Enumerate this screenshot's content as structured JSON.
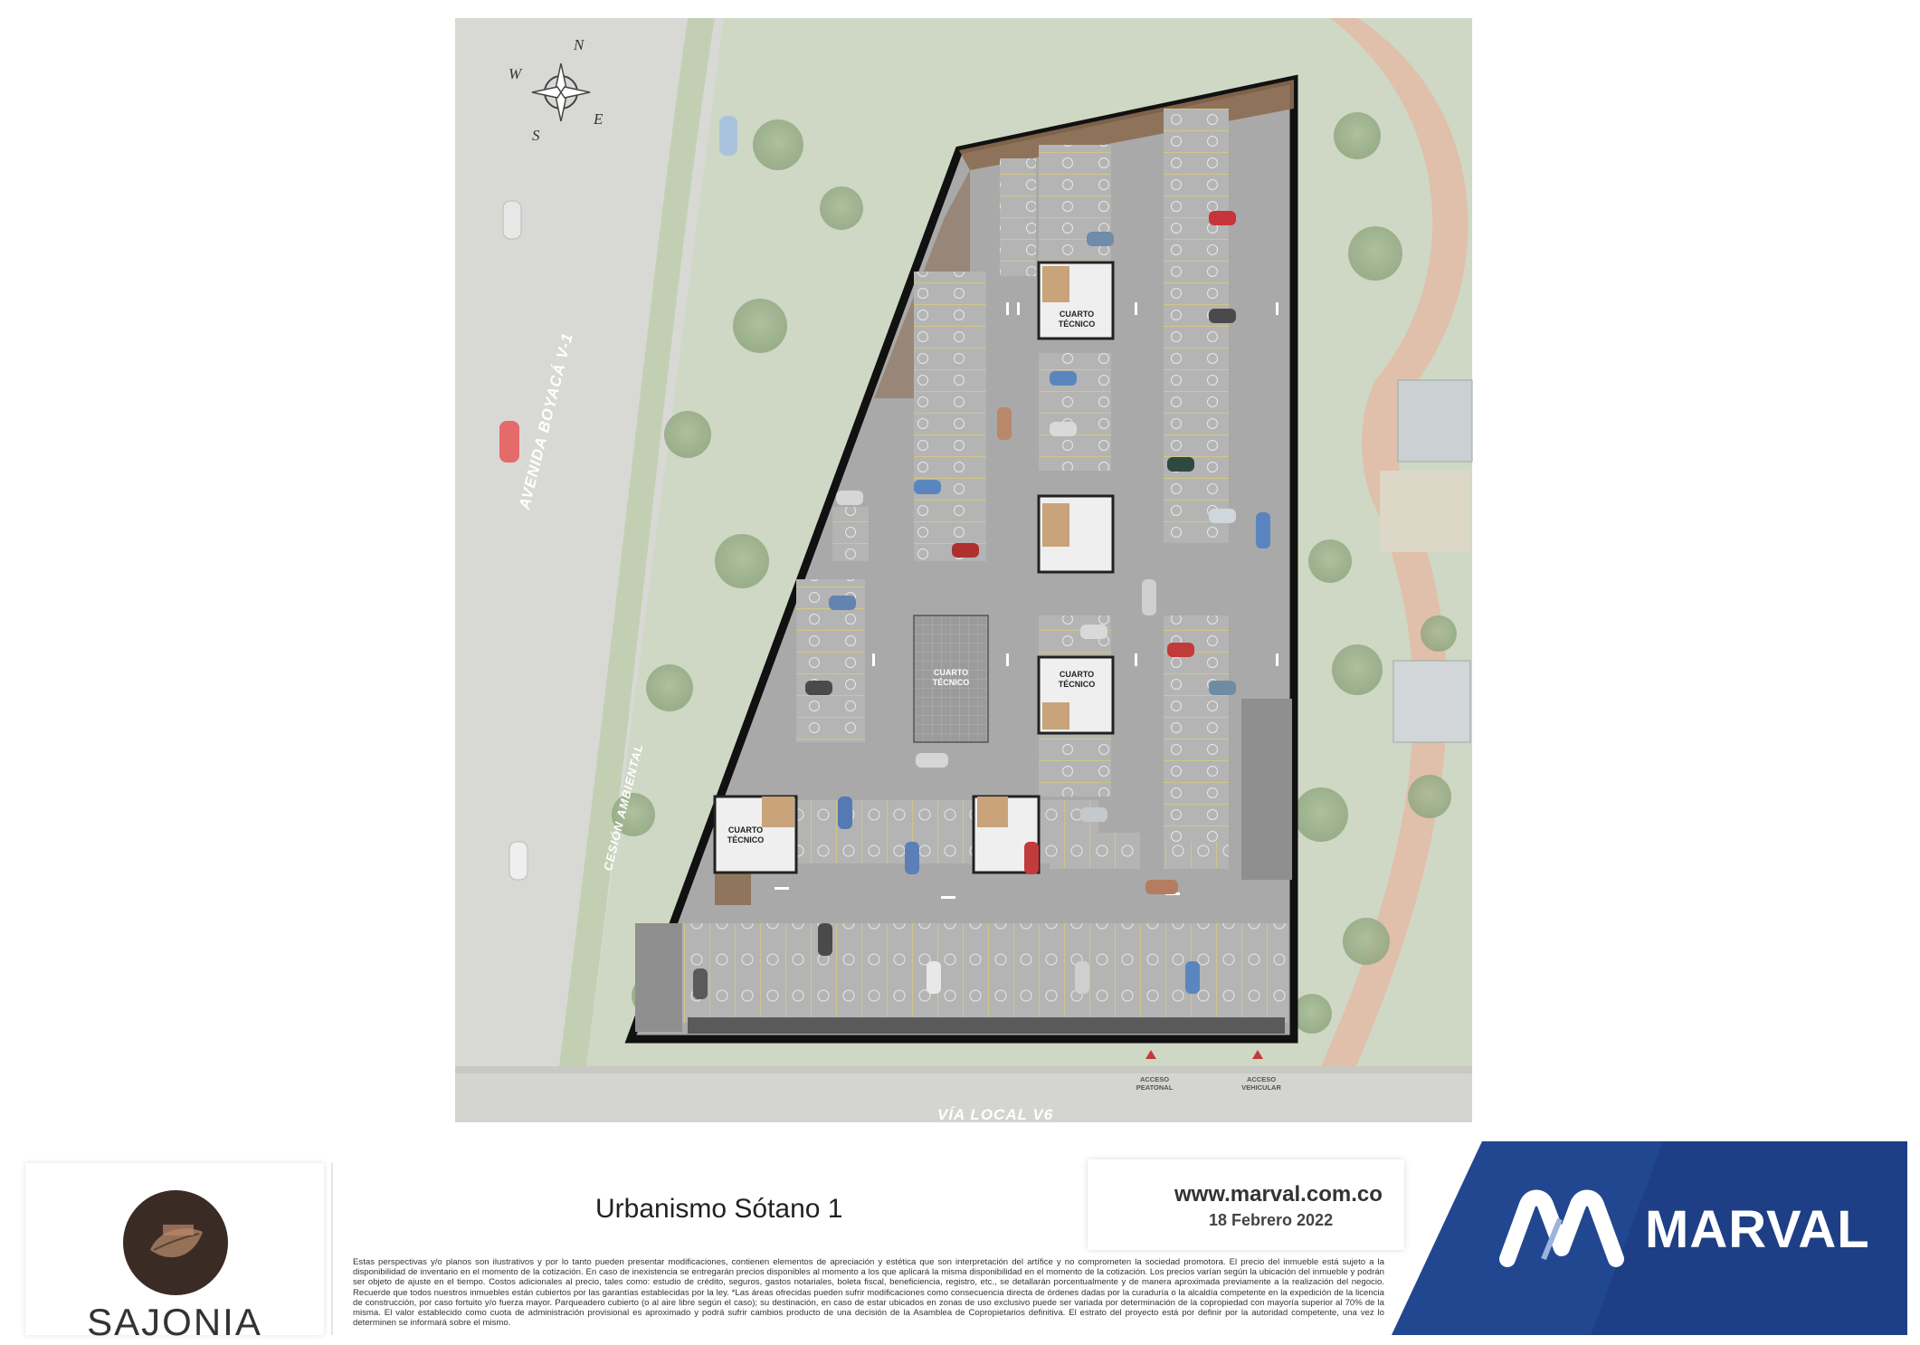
{
  "plan": {
    "compass": {
      "n": "N",
      "e": "E",
      "s": "S",
      "w": "W"
    },
    "streets": {
      "avenue": "AVENIDA BOYACÁ V-1",
      "cesion": "CESIÓN AMBIENTAL",
      "via_local": "VÍA LOCAL V6"
    },
    "accesses": {
      "pedestrian_line1": "ACCESO",
      "pedestrian_line2": "PEATONAL",
      "vehicular_line1": "ACCESO",
      "vehicular_line2": "VEHICULAR"
    },
    "rooms": {
      "line1": "CUARTO",
      "line2": "TÉCNICO"
    }
  },
  "footer": {
    "brand": "SAJONIA",
    "title": "Urbanismo Sótano 1",
    "website": "www.marval.com.co",
    "date": "18 Febrero 2022",
    "company": "MARVAL",
    "disclaimer": "Estas perspectivas y/o planos son ilustrativos y por lo tanto pueden presentar modificaciones, contienen elementos de apreciación y estética que son interpretación del artífice y no comprometen la sociedad promotora. El precio del inmueble está sujeto a la disponibilidad de inventario en el momento de la cotización. En caso de inexistencia se entregarán precios disponibles al momento a los que aplicará la misma disponibilidad en el momento de la cotización. Los precios varían según la ubicación del inmueble y podrán ser objeto de ajuste en el tiempo. Costos adicionales al precio, tales como: estudio de crédito, seguros, gastos notariales, boleta fiscal, beneficiencia, registro, etc., se detallarán porcentualmente y de manera aproximada previamente a la realización del negocio. Recuerde que todos nuestros inmuebles están cubiertos por las garantías establecidas por la ley. *Las áreas ofrecidas pueden sufrir modificaciones como consecuencia directa de órdenes dadas por la curaduría o la alcaldía competente en la expedición de la licencia de construcción, por caso fortuito y/o fuerza mayor. Parqueadero cubierto (o al aire libre según el caso); su destinación, en caso de estar ubicados en zonas de uso exclusivo puede ser variada por determinación de la copropiedad con mayoría superior al 70% de la misma. El valor establecido como cuota de administración provisional es aproximado y podrá sufrir cambios producto de una decisión de la Asamblea de Copropietarios definitiva. El estrato del proyecto está por definir por la autoridad competente, una vez lo determinen se informará sobre el mismo."
  },
  "colors": {
    "road": "#d9dad6",
    "grass": "#c6d3b8",
    "floor": "#a7a7a7",
    "wall": "#111111",
    "wood": "#8a6a4f",
    "brand_blue": "#1e3f86",
    "brand_dark": "#3a2b25"
  },
  "icons": [
    "compass-rose-icon",
    "sajonia-leaf-icon",
    "marval-m-icon"
  ]
}
